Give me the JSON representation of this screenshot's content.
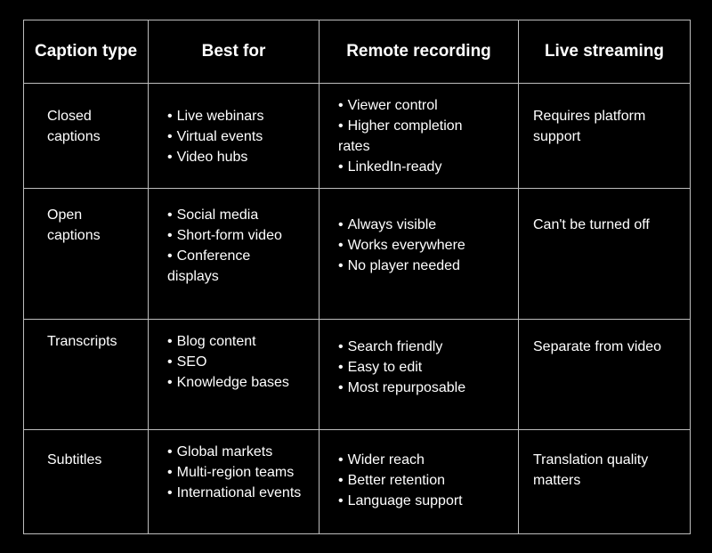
{
  "table": {
    "headers": [
      "Caption type",
      "Best for",
      "Remote recording",
      "Live streaming"
    ],
    "rows": [
      {
        "type": "Closed captions",
        "best_for": [
          "Live webinars",
          "Virtual events",
          "Video hubs"
        ],
        "remote": [
          "Viewer control",
          "Higher completion rates",
          "LinkedIn-ready"
        ],
        "live": "Requires platform support"
      },
      {
        "type": "Open captions",
        "best_for": [
          "Social media",
          "Short-form video",
          "Conference displays"
        ],
        "remote": [
          "Always visible",
          "Works everywhere",
          "No player needed"
        ],
        "live": "Can't be turned off"
      },
      {
        "type": "Transcripts",
        "best_for": [
          "Blog content",
          "SEO",
          "Knowledge bases"
        ],
        "remote": [
          "Search friendly",
          "Easy to edit",
          "Most repurposable"
        ],
        "live": "Separate from video"
      },
      {
        "type": "Subtitles",
        "best_for": [
          "Global markets",
          "Multi-region teams",
          "International events"
        ],
        "remote": [
          "Wider reach",
          "Better retention",
          "Language support"
        ],
        "live": "Translation quality matters"
      }
    ]
  },
  "colors": {
    "background": "#000000",
    "text": "#ffffff",
    "border": "#bdbdbd"
  }
}
